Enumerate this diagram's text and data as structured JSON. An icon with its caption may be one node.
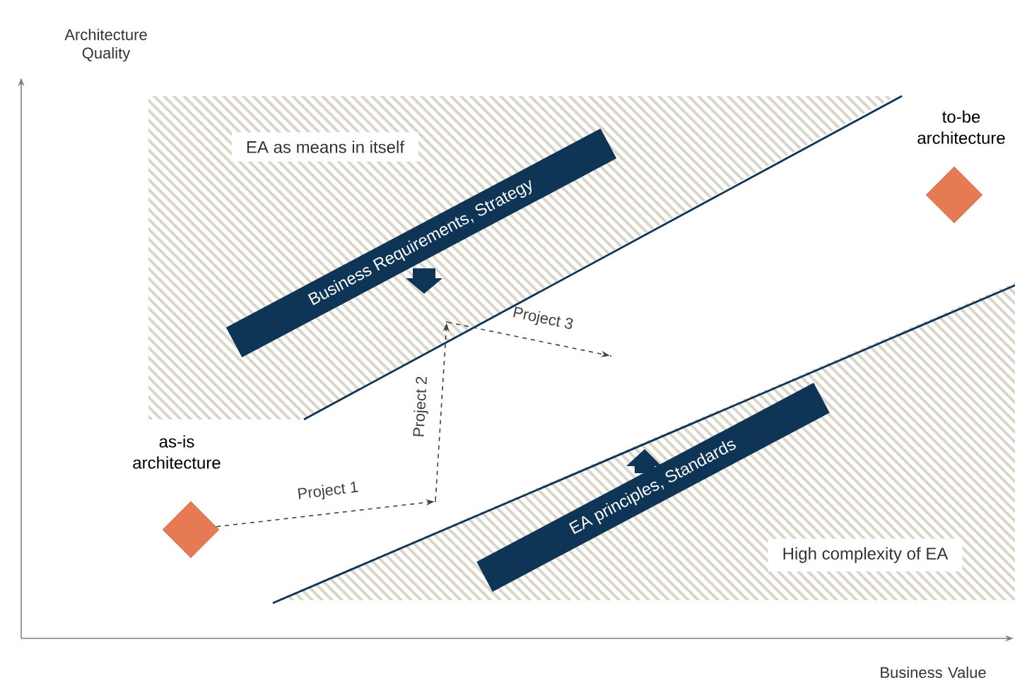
{
  "diagram": {
    "nodes": [
      {
        "text": [],
        "shape": "diamond",
        "beside": [
          "as-is architecture"
        ]
      },
      {
        "text": [],
        "shape": "diamond",
        "beside": [
          "to-be architecture"
        ]
      },
      {
        "text": [
          "Business Requirements, Strategy"
        ]
      },
      {
        "text": [
          "EA principles, Standards"
        ]
      },
      {
        "text": [],
        "shape": "point"
      },
      {
        "text": [],
        "shape": "point"
      },
      {
        "text": [],
        "shape": "point"
      }
    ],
    "edges": [
      {
        "from": 0,
        "to": 4,
        "arrow": "to",
        "label": "Project 1",
        "style": "dashed"
      },
      {
        "from": 4,
        "to": 5,
        "arrow": "to",
        "label": "Project 2",
        "style": "dashed"
      },
      {
        "from": 5,
        "to": 6,
        "arrow": "to",
        "label": "Project 3",
        "style": "dashed"
      }
    ],
    "labels": [
      "Architecture Quality",
      "EA as means in itself",
      "High complexity of EA",
      "Business Value"
    ]
  }
}
